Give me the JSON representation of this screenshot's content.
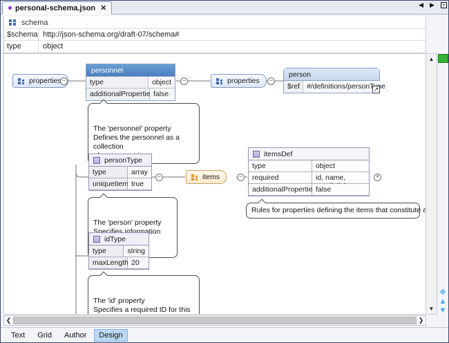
{
  "window": {
    "tab": {
      "filename": "personal-schema.json",
      "close_label": "✕",
      "modified_dot": true
    },
    "tab_nav": {
      "prev": "◀",
      "next": "▶",
      "list": "▤"
    }
  },
  "header": {
    "title": "schema",
    "title_icon": "grid-icon",
    "rows": [
      {
        "key": "$schema",
        "value": "http://json-schema.org/draft-07/schema#"
      },
      {
        "key": "type",
        "value": "object"
      }
    ]
  },
  "diagram": {
    "nodes": {
      "root_properties": {
        "label": "properties",
        "icon": "properties-icon"
      },
      "personnel": {
        "title": "personnel",
        "rows": [
          {
            "key": "type",
            "value": "object"
          },
          {
            "key": "additionalProperties",
            "value": "false"
          }
        ]
      },
      "personnel_properties": {
        "label": "properties",
        "icon": "properties-icon"
      },
      "person": {
        "title": "person",
        "rows": [
          {
            "key": "$ref",
            "value": "#/definitions/personType"
          }
        ],
        "link_icon": "external-link-icon"
      },
      "personType": {
        "title": "personType",
        "icon": "definition-icon",
        "rows": [
          {
            "key": "type",
            "value": "array"
          },
          {
            "key": "uniqueItems",
            "value": "true"
          }
        ]
      },
      "items": {
        "label": "items",
        "icon": "items-icon"
      },
      "itemsDef": {
        "title": "itemsDef",
        "icon": "definition-icon",
        "rows": [
          {
            "key": "type",
            "value": "object"
          },
          {
            "key": "required",
            "value": "id, name, email, link"
          },
          {
            "key": "additionalProperties",
            "value": "false"
          }
        ]
      },
      "idType": {
        "title": "idType",
        "icon": "definition-icon",
        "rows": [
          {
            "key": "type",
            "value": "string"
          },
          {
            "key": "maxLength",
            "value": "20"
          }
        ]
      }
    },
    "callouts": {
      "personnel": "The 'personnel' property\nDefines the personnel as a collection\nof person entries.",
      "person": "The 'person' property\nSpecifies information about a\nperson.",
      "itemsDef": "Rules for properties defining the items that constitute a 'person'",
      "idType": "The 'id' property\nSpecifies a required ID for this person.\nexamples: Big Boss"
    },
    "toggles": {
      "collapse": "−",
      "expand": "+"
    }
  },
  "scrollbars": {
    "vertical": {
      "up": "▲",
      "down": "▼"
    },
    "horizontal": {
      "left": "❮",
      "right": "❯"
    },
    "marker_color": "#33b233",
    "side_tools": [
      "✥",
      "▲",
      "▼"
    ]
  },
  "bottom_tabs": {
    "items": [
      {
        "label": "Text",
        "selected": false
      },
      {
        "label": "Grid",
        "selected": false
      },
      {
        "label": "Author",
        "selected": false
      },
      {
        "label": "Design",
        "selected": true
      }
    ]
  }
}
